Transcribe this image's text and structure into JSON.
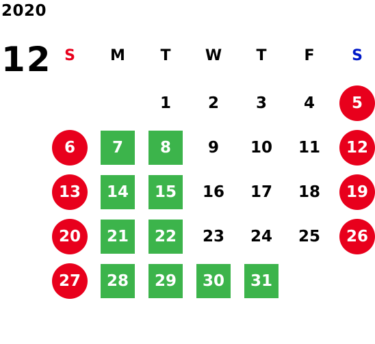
{
  "calendar": {
    "year": "2020",
    "month": "12",
    "weekdays": [
      "S",
      "M",
      "T",
      "W",
      "T",
      "F",
      "S"
    ],
    "first_weekday_index": 2,
    "days_in_month": 31,
    "weekend_days": [
      5,
      6,
      12,
      13,
      19,
      20,
      26,
      27
    ],
    "highlighted_days": [
      7,
      8,
      14,
      15,
      21,
      22,
      28,
      29,
      30,
      31
    ],
    "colors": {
      "sunday_label": "#e8001c",
      "saturday_label": "#0019c8",
      "weekend_circle": "#e8001c",
      "highlight_square": "#3cb44b",
      "text": "#000000"
    }
  }
}
